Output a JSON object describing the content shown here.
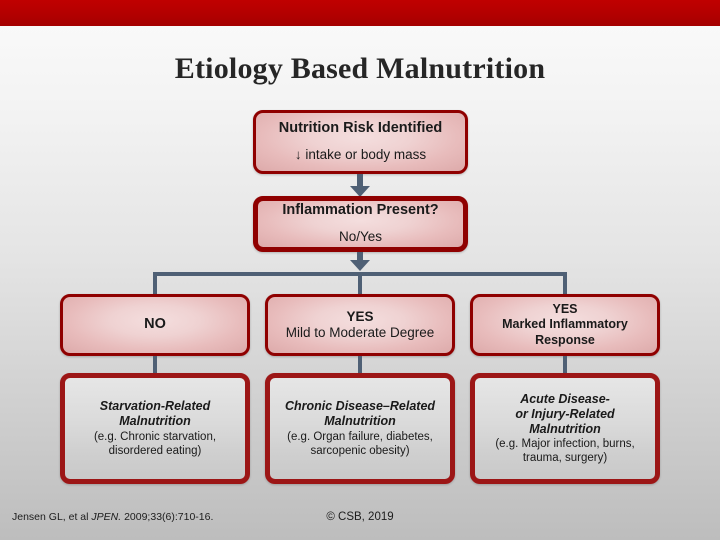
{
  "slide": {
    "title": "Etiology Based Malnutrition",
    "accent_red": "#b10000",
    "box_border_red": "#8f0000",
    "connector_color": "#4f6075"
  },
  "flow": {
    "step1": {
      "line1": "Nutrition Risk Identified",
      "line2": "↓ intake or body mass"
    },
    "step2": {
      "line1": "Inflammation Present?",
      "line2": "No/Yes"
    },
    "branches": [
      {
        "id": "no",
        "head_line1": "NO",
        "head_line2": "",
        "head_line3": "",
        "result_line1": "Starvation-Related",
        "result_line2": "Malnutrition",
        "example_line1": "(e.g. Chronic starvation,",
        "example_line2": "disordered eating)"
      },
      {
        "id": "yes-mild",
        "head_line1": "YES",
        "head_line2": "Mild to Moderate Degree",
        "head_line3": "",
        "result_line1": "Chronic Disease–Related",
        "result_line2": "Malnutrition",
        "example_line1": "(e.g. Organ failure, diabetes,",
        "example_line2": "sarcopenic obesity)"
      },
      {
        "id": "yes-marked",
        "head_line1": "YES",
        "head_line2": "Marked Inflammatory",
        "head_line3": "Response",
        "result_line1": "Acute Disease-",
        "result_line2": "or Injury-Related",
        "result_line3": "Malnutrition",
        "example_line1": "(e.g. Major infection, burns,",
        "example_line2": "trauma, surgery)"
      }
    ]
  },
  "footer": {
    "citation_pre": "Jensen GL, et al ",
    "citation_journal": "JPEN.",
    "citation_post": " 2009;33(6):710-16.",
    "copyright": "© CSB, 2019"
  }
}
